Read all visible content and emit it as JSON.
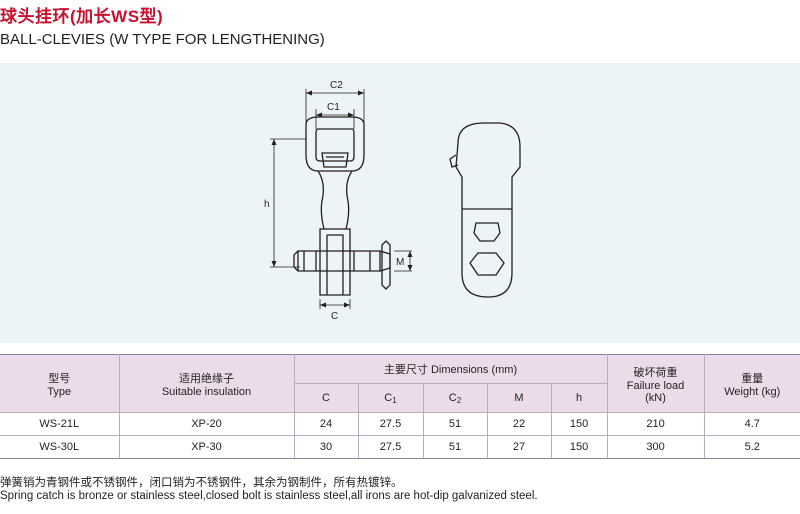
{
  "title_cn": "球头挂环(加长WS型)",
  "title_en": "BALL-CLEVIES (W TYPE FOR LENGTHENING)",
  "drawing": {
    "label_c2": "C2",
    "label_c1": "C1",
    "label_h": "h",
    "label_m": "M",
    "label_c": "C"
  },
  "table": {
    "headers": {
      "type_cn": "型号",
      "type_en": "Type",
      "insulation_cn": "适用绝缘子",
      "insulation_en": "Suitable insulation",
      "dimensions": "主要尺寸 Dimensions (mm)",
      "failure_cn": "破坏荷重",
      "failure_en": "Failure load",
      "failure_unit": "(kN)",
      "weight_cn": "重量",
      "weight_en": "Weight (kg)",
      "dim_c": "C",
      "dim_c1_base": "C",
      "dim_c1_sub": "1",
      "dim_c2_base": "C",
      "dim_c2_sub": "2",
      "dim_m": "M",
      "dim_h": "h"
    },
    "rows": [
      {
        "type": "WS-21L",
        "insulation": "XP-20",
        "c": "24",
        "c1": "27.5",
        "c2": "51",
        "m": "22",
        "h": "150",
        "failure_load": "210",
        "weight": "4.7"
      },
      {
        "type": "WS-30L",
        "insulation": "XP-30",
        "c": "30",
        "c1": "27.5",
        "c2": "51",
        "m": "27",
        "h": "150",
        "failure_load": "300",
        "weight": "5.2"
      }
    ]
  },
  "note_cn": "弹簧销为青钢件或不锈钢件，闭口销为不锈钢件，其余为钢制件，所有热镀锌。",
  "note_en": "Spring catch is bronze or stainless steel,closed bolt is stainless steel,all irons are hot-dip galvanized steel.",
  "colors": {
    "title_red": "#c8102e",
    "panel_bg": "#ecf4f8",
    "header_bg": "#ecdcea"
  }
}
